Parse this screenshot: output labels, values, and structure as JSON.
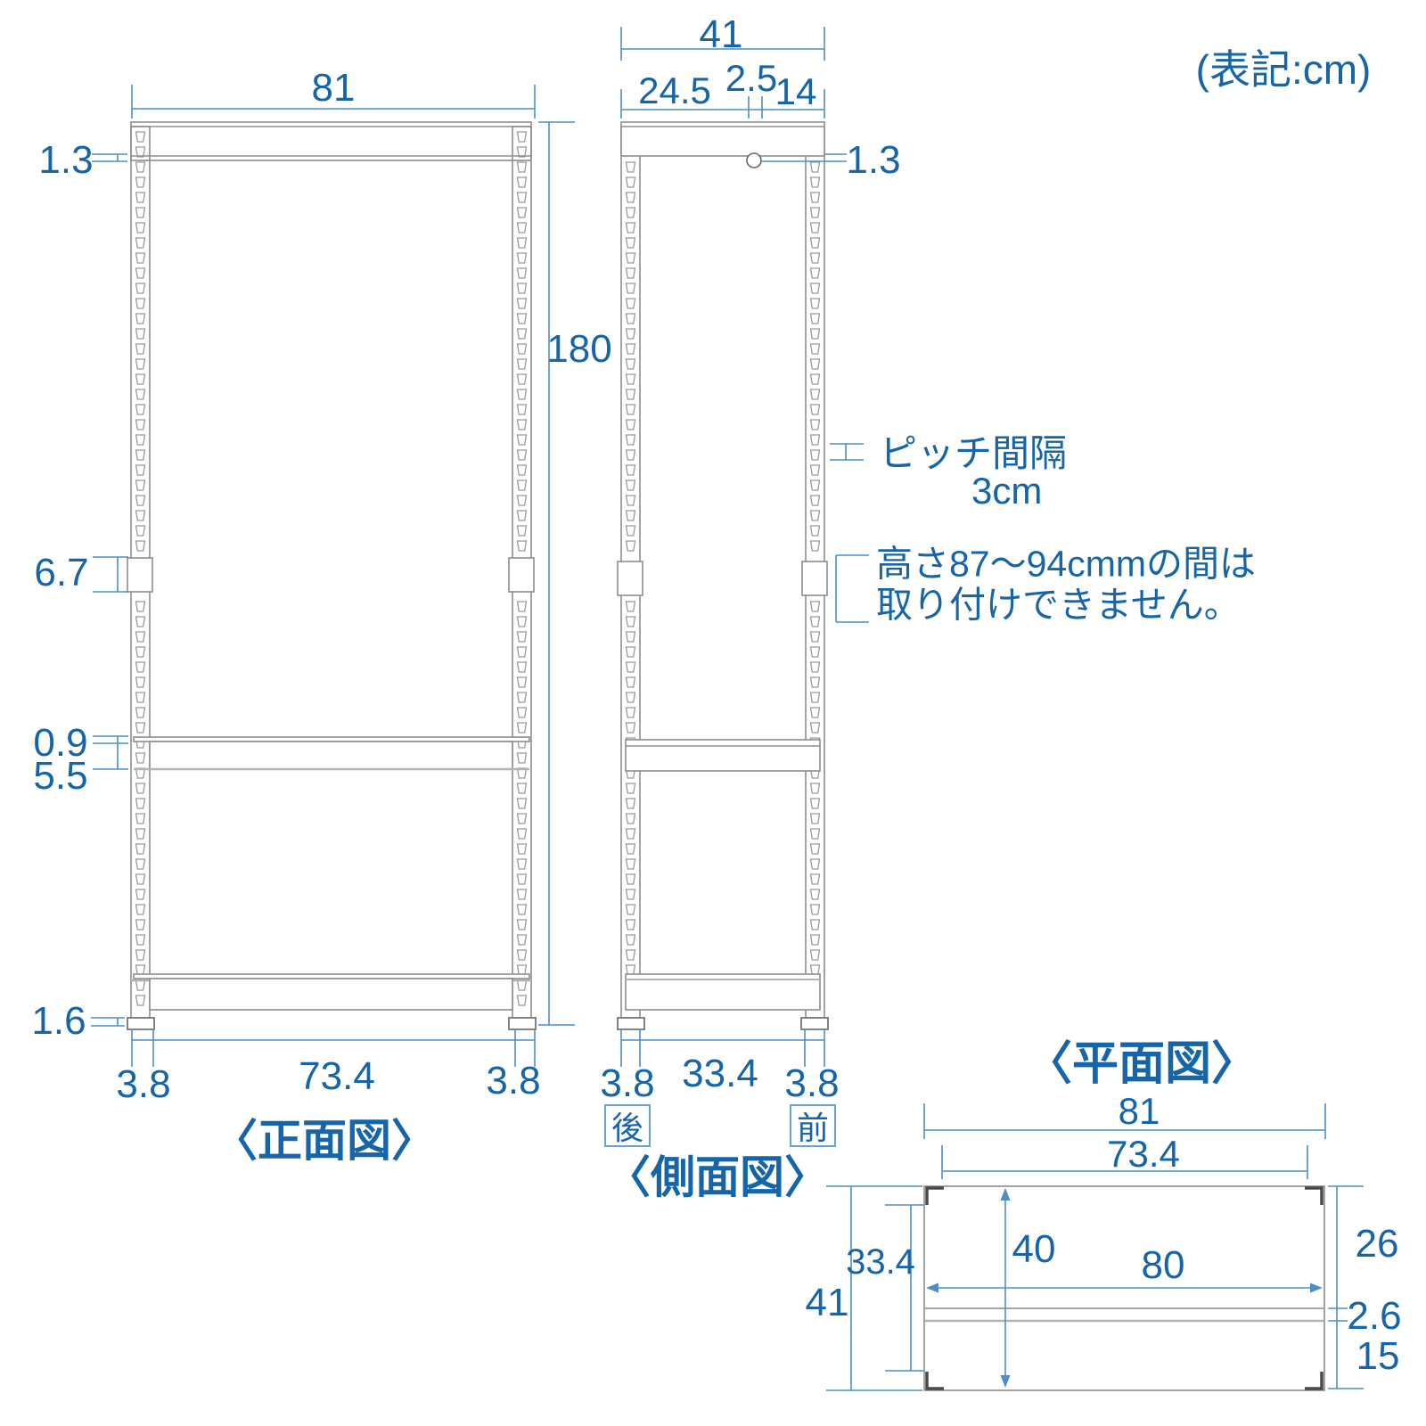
{
  "unit_note": "(表記:cm)",
  "front_view": {
    "caption": "〈正面図〉",
    "dims": {
      "outer_width": "81",
      "top_shelf_thickness": "1.3",
      "total_height": "180",
      "joint_sleeve": "6.7",
      "shelf_deck": "0.9",
      "shelf_apron": "5.5",
      "foot_height": "1.6",
      "post_left": "3.8",
      "inner_width": "73.4",
      "post_right": "3.8"
    }
  },
  "side_view": {
    "caption": "〈側面図〉",
    "dims": {
      "outer_depth": "41",
      "rear_span": "24.5",
      "pipe_gap": "2.5",
      "front_span": "14",
      "top_shelf_thickness": "1.3",
      "post_rear": "3.8",
      "inner_depth": "33.4",
      "post_front": "3.8"
    },
    "rear_label": "後",
    "front_label": "前",
    "pitch_note_line1": "ピッチ間隔",
    "pitch_note_line2": "3cm",
    "install_note_line1": "高さ87〜94cmmの間は",
    "install_note_line2": "取り付けできません。"
  },
  "plan_view": {
    "caption": "〈平面図〉",
    "dims": {
      "outer_width": "81",
      "inner_width": "73.4",
      "inner_depth": "33.4",
      "outer_depth": "41",
      "pipe_depth_pos": "40",
      "pipe_length": "80",
      "front_section": "26",
      "pipe_thickness": "2.6",
      "rear_section": "15"
    }
  },
  "colors": {
    "text_blue": "#1565a8",
    "dim_blue": "#4d8ec6",
    "line_gray": "#8e8e8e",
    "accent_gray": "#b3b3b3",
    "dark_gray": "#4a4a4a",
    "foot_gray": "#777777"
  }
}
